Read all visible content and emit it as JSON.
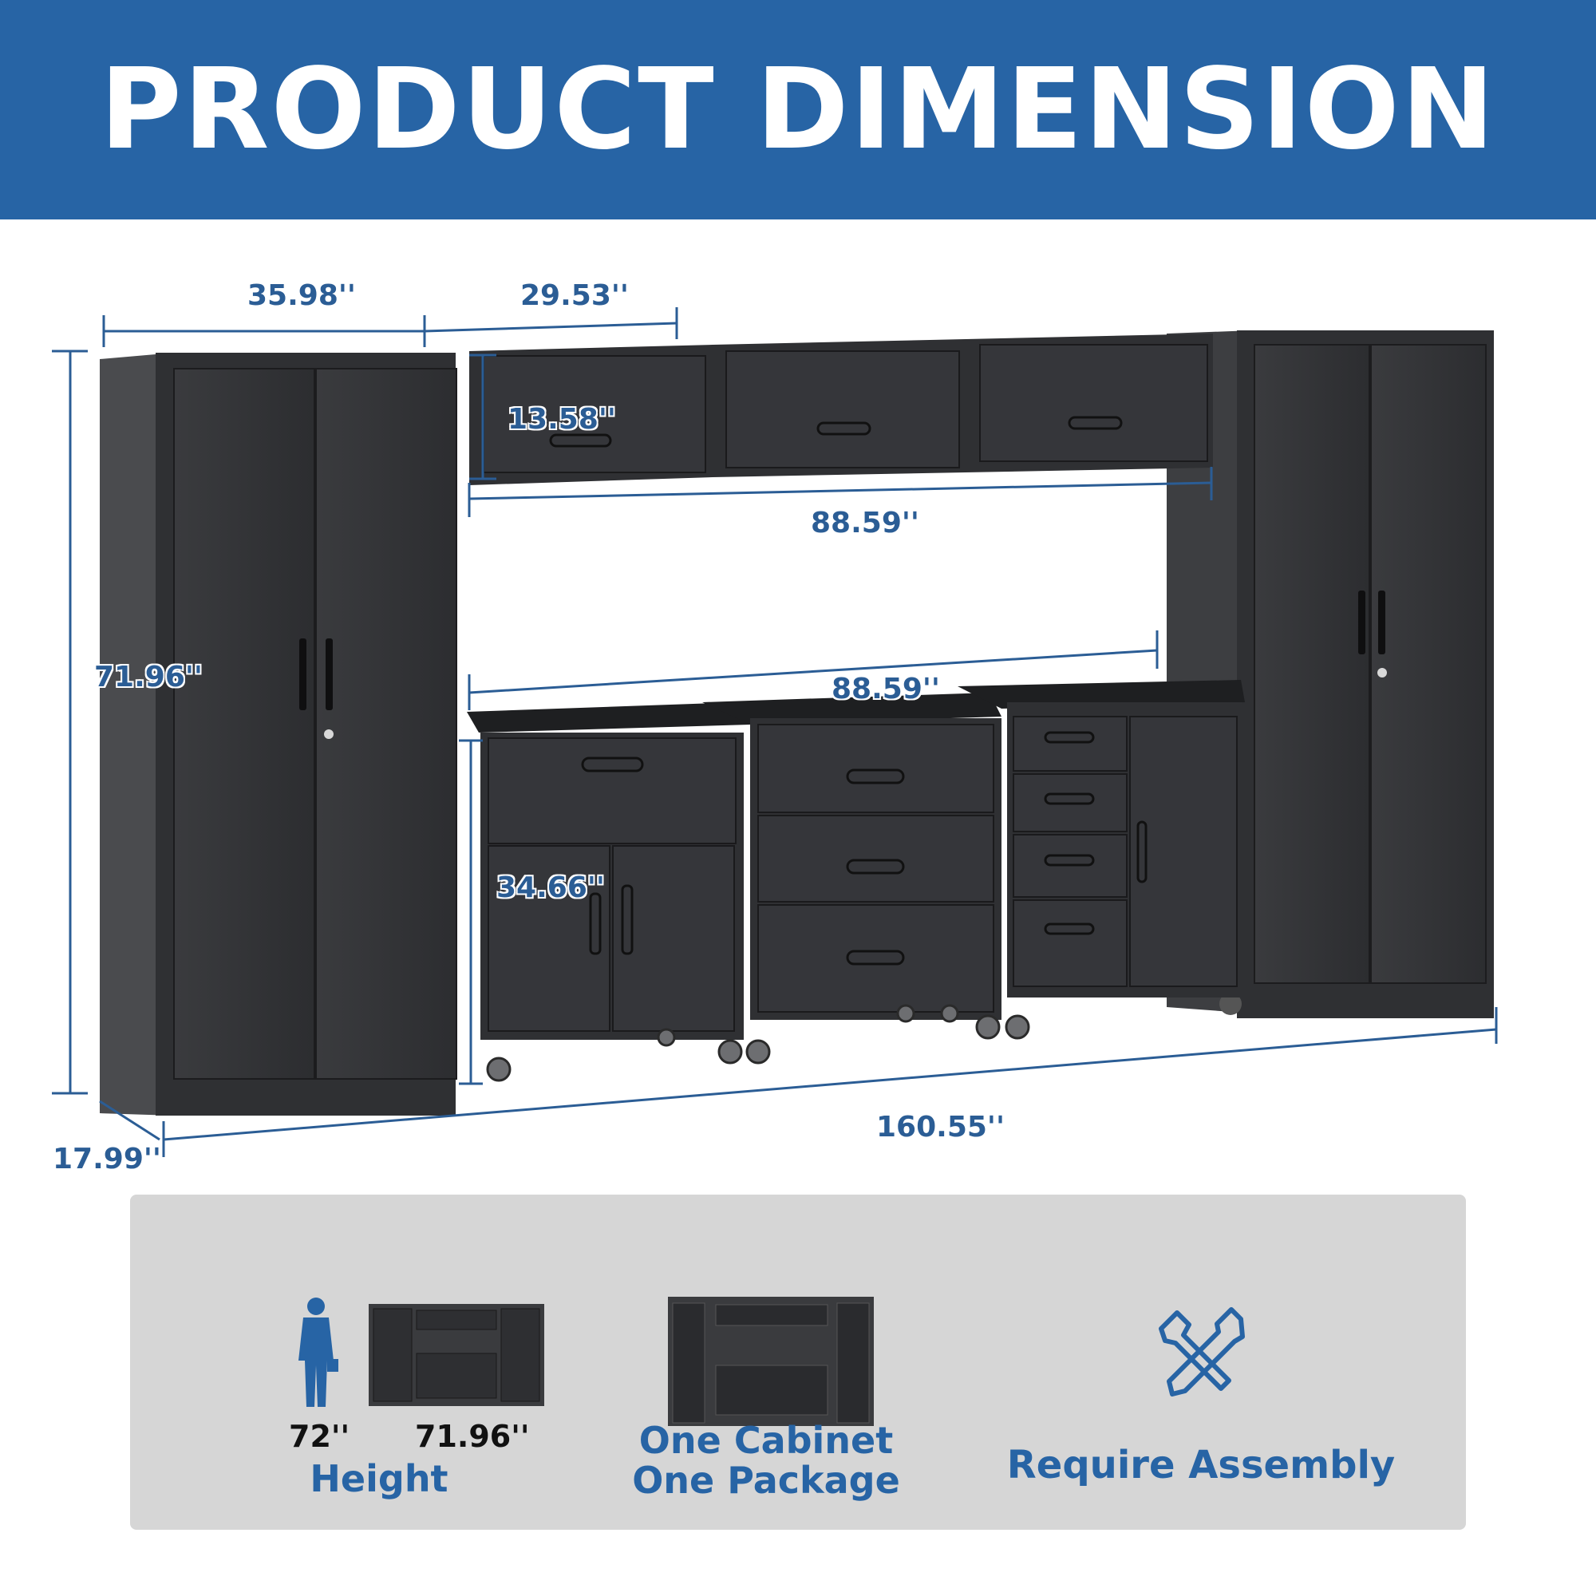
{
  "banner": {
    "title": "PRODUCT DIMENSION",
    "color": "#2764a5"
  },
  "dimensions": {
    "tall_cabinet_width": "35.98''",
    "wall_cabinet_width": "29.53''",
    "wall_cabinet_height": "13.58''",
    "wall_cabinet_span": "88.59''",
    "tall_cabinet_height": "71.96''",
    "base_span": "88.59''",
    "base_cabinet_height": "34.66''",
    "overall_width": "160.55''",
    "depth": "17.99''"
  },
  "features": {
    "height": {
      "person_height": "72''",
      "cabinet_height": "71.96''",
      "label": "Height"
    },
    "package": {
      "line1": "One Cabinet",
      "line2": "One Package"
    },
    "assembly": {
      "label": "Require Assembly",
      "icon": "wrench-screwdriver-icon"
    }
  },
  "colors": {
    "accent": "#2764a5",
    "cabinet": "#2f3033",
    "panel": "#d6d6d6"
  }
}
